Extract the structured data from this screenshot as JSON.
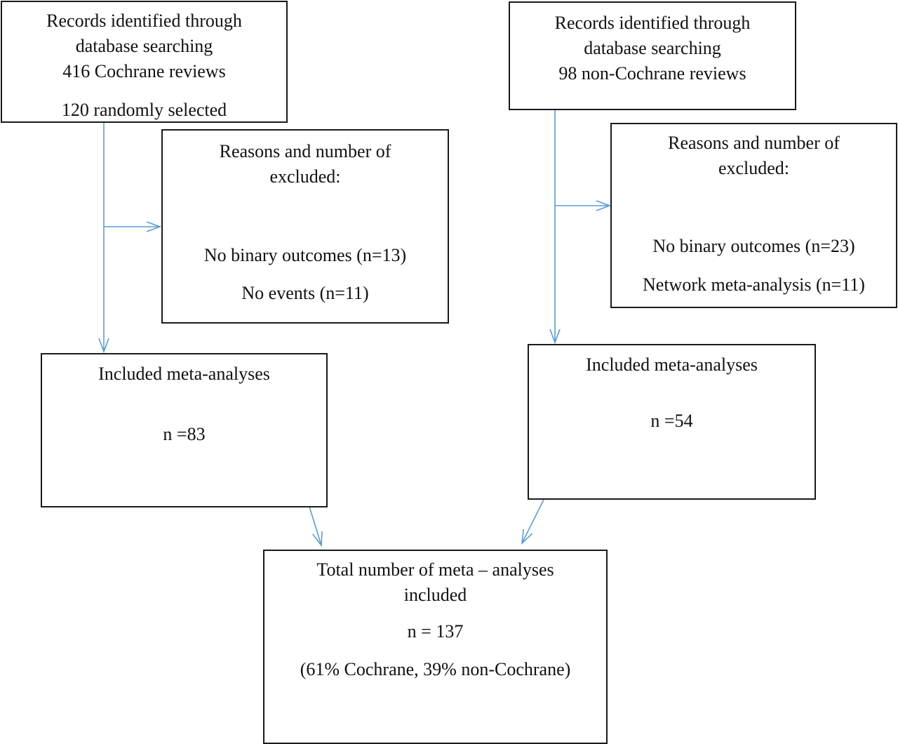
{
  "colors": {
    "arrow": "#5b9bd5",
    "border": "#1a1a1a",
    "text": "#111111"
  },
  "left": {
    "records": {
      "line1": "Records identified through",
      "line2": "database searching",
      "line3": "416 Cochrane reviews",
      "line4": "120 randomly selected"
    },
    "excluded": {
      "title1": "Reasons and number of",
      "title2": "excluded:",
      "reason1": "No binary outcomes (n=13)",
      "reason2": "No events (n=11)"
    },
    "included": {
      "title": "Included meta-analyses",
      "count": "n =83"
    }
  },
  "right": {
    "records": {
      "line1": "Records identified through",
      "line2": "database searching",
      "line3": "98 non-Cochrane reviews"
    },
    "excluded": {
      "title1": "Reasons and number of",
      "title2": "excluded:",
      "reason1": "No binary outcomes (n=23)",
      "reason2": "Network meta-analysis (n=11)"
    },
    "included": {
      "title": "Included meta-analyses",
      "count": "n =54"
    }
  },
  "total": {
    "title1": "Total number of meta – analyses",
    "title2": "included",
    "count": "n = 137",
    "breakdown": "(61% Cochrane, 39% non-Cochrane)"
  }
}
